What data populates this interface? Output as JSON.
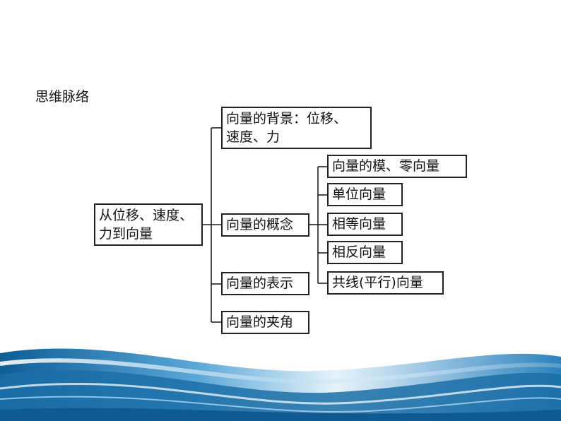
{
  "heading": "思维脉络",
  "root": {
    "line1": "从位移、速度、",
    "line2": "力到向量"
  },
  "level1": {
    "background": {
      "line1": "向量的背景：位移、",
      "line2": "速度、力"
    },
    "concept": "向量的概念",
    "representation": "向量的表示",
    "angle": "向量的夹角"
  },
  "level2": [
    "向量的模、零向量",
    "单位向量",
    "相等向量",
    "相反向量",
    "共线(平行)向量"
  ],
  "colors": {
    "wave_dark": "#1a6fa8",
    "wave_light": "#cfe6f5",
    "line": "#222222"
  }
}
